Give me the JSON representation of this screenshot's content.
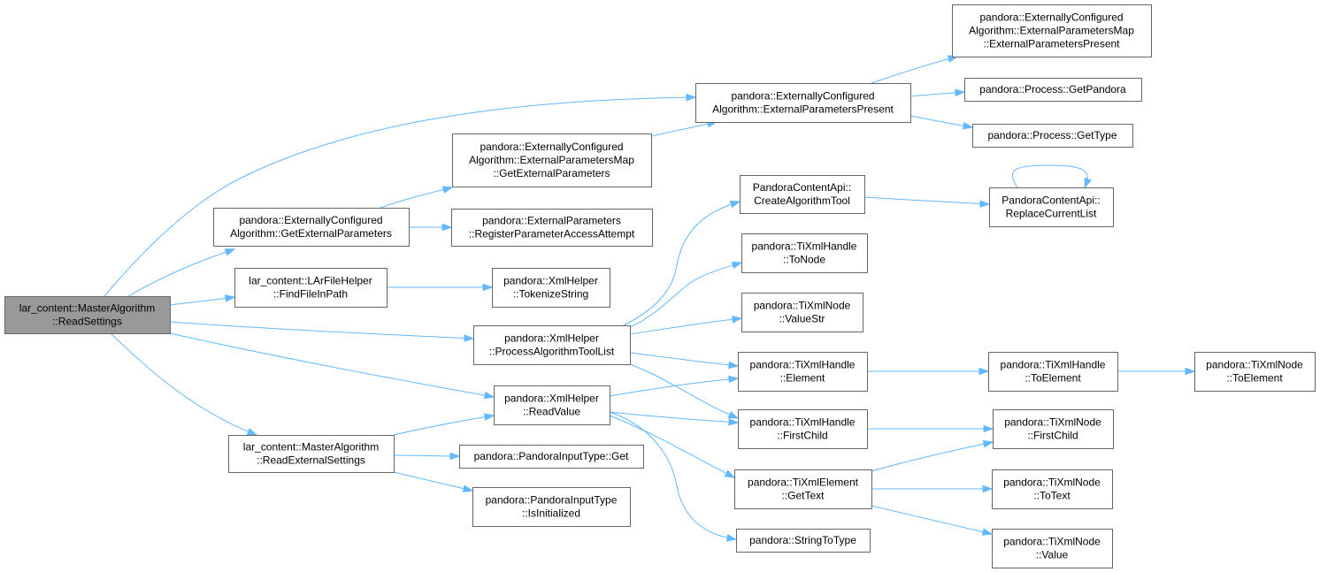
{
  "graph": {
    "root": "lar_content::MasterAlgorithm::ReadSettings",
    "nodes": {
      "root": {
        "lines": [
          "lar_content::MasterAlgorithm",
          "::ReadSettings"
        ]
      },
      "getExternalParameters": {
        "lines": [
          "pandora::ExternallyConfigured",
          "Algorithm::GetExternalParameters"
        ]
      },
      "findFileInPath": {
        "lines": [
          "lar_content::LArFileHelper",
          "::FindFileInPath"
        ]
      },
      "processAlgorithmToolList": {
        "lines": [
          "pandora::XmlHelper",
          "::ProcessAlgorithmToolList"
        ]
      },
      "readValue": {
        "lines": [
          "pandora::XmlHelper",
          "::ReadValue"
        ]
      },
      "readExternalSettings": {
        "lines": [
          "lar_content::MasterAlgorithm",
          "::ReadExternalSettings"
        ]
      },
      "externalParametersPresent": {
        "lines": [
          "pandora::ExternallyConfigured",
          "Algorithm::ExternalParametersPresent"
        ]
      },
      "mapGetExternalParameters": {
        "lines": [
          "pandora::ExternallyConfigured",
          "Algorithm::ExternalParametersMap",
          "::GetExternalParameters"
        ]
      },
      "registerParameterAccessAttempt": {
        "lines": [
          "pandora::ExternalParameters",
          "::RegisterParameterAccessAttempt"
        ]
      },
      "tokenizeString": {
        "lines": [
          "pandora::XmlHelper",
          "::TokenizeString"
        ]
      },
      "inputTypeGet": {
        "lines": [
          "pandora::PandoraInputType::Get"
        ]
      },
      "inputTypeIsInitialized": {
        "lines": [
          "pandora::PandoraInputType",
          "::IsInitialized"
        ]
      },
      "mapExternalParametersPresent": {
        "lines": [
          "pandora::ExternallyConfigured",
          "Algorithm::ExternalParametersMap",
          "::ExternalParametersPresent"
        ]
      },
      "getPandora": {
        "lines": [
          "pandora::Process::GetPandora"
        ]
      },
      "getType": {
        "lines": [
          "pandora::Process::GetType"
        ]
      },
      "createAlgorithmTool": {
        "lines": [
          "PandoraContentApi::",
          "CreateAlgorithmTool"
        ]
      },
      "handleToNode": {
        "lines": [
          "pandora::TiXmlHandle",
          "::ToNode"
        ]
      },
      "nodeValueStr": {
        "lines": [
          "pandora::TiXmlNode",
          "::ValueStr"
        ]
      },
      "handleElement": {
        "lines": [
          "pandora::TiXmlHandle",
          "::Element"
        ]
      },
      "handleFirstChild": {
        "lines": [
          "pandora::TiXmlHandle",
          "::FirstChild"
        ]
      },
      "elementGetText": {
        "lines": [
          "pandora::TiXmlElement",
          "::GetText"
        ]
      },
      "stringToType": {
        "lines": [
          "pandora::StringToType"
        ]
      },
      "replaceCurrentList": {
        "lines": [
          "PandoraContentApi::",
          "ReplaceCurrentList"
        ]
      },
      "handleToElement": {
        "lines": [
          "pandora::TiXmlHandle",
          "::ToElement"
        ]
      },
      "nodeFirstChild": {
        "lines": [
          "pandora::TiXmlNode",
          "::FirstChild"
        ]
      },
      "nodeToText": {
        "lines": [
          "pandora::TiXmlNode",
          "::ToText"
        ]
      },
      "nodeValue": {
        "lines": [
          "pandora::TiXmlNode",
          "::Value"
        ]
      },
      "nodeToElement": {
        "lines": [
          "pandora::TiXmlNode",
          "::ToElement"
        ]
      }
    },
    "edges": [
      [
        "root",
        "externalParametersPresent"
      ],
      [
        "root",
        "getExternalParameters"
      ],
      [
        "root",
        "findFileInPath"
      ],
      [
        "root",
        "processAlgorithmToolList"
      ],
      [
        "root",
        "readValue"
      ],
      [
        "root",
        "readExternalSettings"
      ],
      [
        "getExternalParameters",
        "mapGetExternalParameters"
      ],
      [
        "getExternalParameters",
        "registerParameterAccessAttempt"
      ],
      [
        "mapGetExternalParameters",
        "externalParametersPresent"
      ],
      [
        "externalParametersPresent",
        "mapExternalParametersPresent"
      ],
      [
        "externalParametersPresent",
        "getPandora"
      ],
      [
        "externalParametersPresent",
        "getType"
      ],
      [
        "findFileInPath",
        "tokenizeString"
      ],
      [
        "processAlgorithmToolList",
        "createAlgorithmTool"
      ],
      [
        "processAlgorithmToolList",
        "handleToNode"
      ],
      [
        "processAlgorithmToolList",
        "nodeValueStr"
      ],
      [
        "processAlgorithmToolList",
        "handleElement"
      ],
      [
        "processAlgorithmToolList",
        "handleFirstChild"
      ],
      [
        "readValue",
        "handleElement"
      ],
      [
        "readValue",
        "handleFirstChild"
      ],
      [
        "readValue",
        "elementGetText"
      ],
      [
        "readValue",
        "stringToType"
      ],
      [
        "readExternalSettings",
        "readValue"
      ],
      [
        "readExternalSettings",
        "inputTypeGet"
      ],
      [
        "readExternalSettings",
        "inputTypeIsInitialized"
      ],
      [
        "createAlgorithmTool",
        "replaceCurrentList"
      ],
      [
        "replaceCurrentList",
        "replaceCurrentList"
      ],
      [
        "handleElement",
        "handleToElement"
      ],
      [
        "handleToElement",
        "nodeToElement"
      ],
      [
        "handleFirstChild",
        "nodeFirstChild"
      ],
      [
        "elementGetText",
        "nodeFirstChild"
      ],
      [
        "elementGetText",
        "nodeToText"
      ],
      [
        "elementGetText",
        "nodeValue"
      ]
    ]
  }
}
